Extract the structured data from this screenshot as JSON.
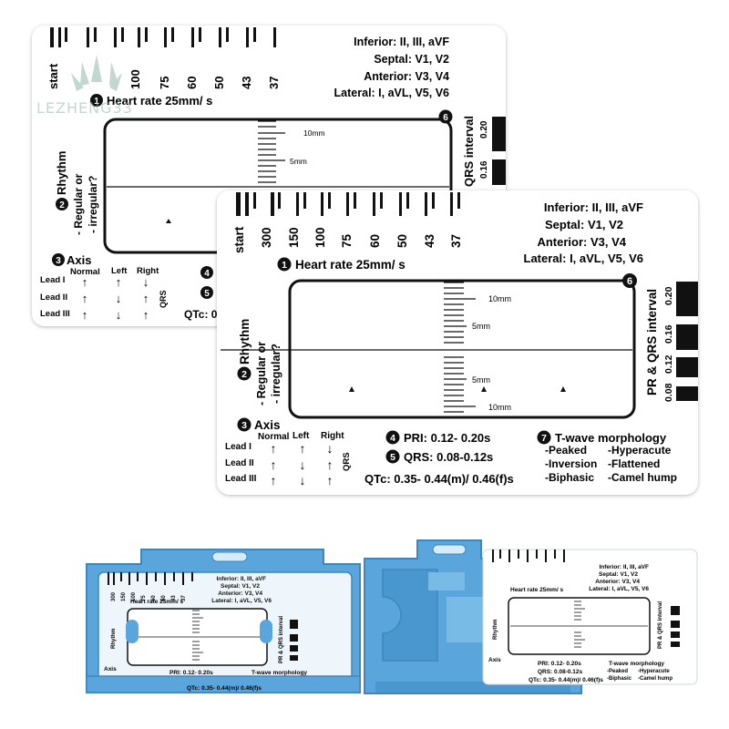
{
  "watermark": {
    "text": "LEZHENG33"
  },
  "card": {
    "rate_ticks": [
      "start",
      "300",
      "150",
      "100",
      "75",
      "60",
      "50",
      "43",
      "37"
    ],
    "heart_rate_label": "Heart rate 25mm/ s",
    "leads": [
      "Inferior: II, III, aVF",
      "Septal: V1, V2",
      "Anterior: V3, V4",
      "Lateral: I, aVL, V5, V6"
    ],
    "rhythm_label": "Rhythm",
    "rhythm_sub1": "- Regular or",
    "rhythm_sub2": "- irregular?",
    "scale_10mm": "10mm",
    "scale_5mm": "5mm",
    "pr_qrs_label": "PR & QRS interval",
    "qrs_short_label": "QRS interval",
    "interval_values": [
      "0.20",
      "0.16",
      "0.12",
      "0.08"
    ],
    "axis": {
      "title": "Axis",
      "cols": [
        "Normal",
        "Left",
        "Right"
      ],
      "rows": [
        "Lead I",
        "Lead II",
        "Lead III"
      ],
      "arrows": [
        [
          "↑",
          "↑",
          "↓"
        ],
        [
          "↑",
          "↓",
          "↑"
        ],
        [
          "↑",
          "↓",
          "↑"
        ]
      ],
      "qrs_side": "QRS"
    },
    "pri": "PRI: 0.12- 0.20s",
    "qrs": "QRS: 0.08-0.12s",
    "qtc": "QTc: 0.35- 0.44(m)/ 0.46(f)s",
    "qtc_short": "QTc: 0",
    "twave": {
      "title": "T-wave morphology",
      "left": [
        "-Peaked",
        "-Inversion",
        "-Biphasic"
      ],
      "right": [
        "-Hyperacute",
        "-Flattened",
        "-Camel hump"
      ]
    },
    "circle_numbers": [
      "1",
      "2",
      "3",
      "4",
      "5",
      "6",
      "7"
    ]
  },
  "colors": {
    "holder_blue": "#5aa6dc",
    "holder_dark": "#3f86bd",
    "card_white": "#ffffff",
    "ink": "#111111"
  }
}
